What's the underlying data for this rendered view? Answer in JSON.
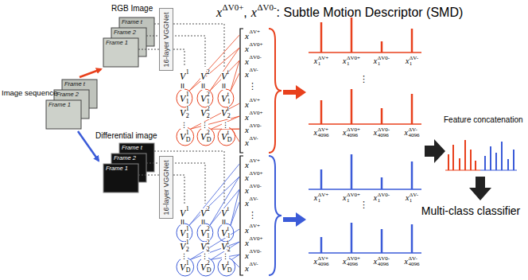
{
  "diagram": {
    "nodes": [
      {
        "text": [
          "16-layer VGGNet"
        ]
      },
      {
        "text": [
          "16-layer VGGNet"
        ]
      }
    ],
    "labels": [
      "Image sequence",
      "RGB Image",
      "Differential image",
      "Frame t",
      "Frame 2",
      "Frame 1",
      "Frame t",
      "Frame 2",
      "Frame 1",
      "Frame t",
      "Frame 2",
      "Frame 1",
      "x",
      "ΔV0+",
      ",",
      "x",
      "ΔV0-",
      ": Subtle Motion Descriptor (SMD)",
      "V",
      "1",
      "II",
      "V",
      "1",
      "1",
      "V",
      "1",
      "2",
      "⋮",
      "V",
      "1",
      "D",
      "V",
      "2",
      "II",
      "V",
      "2",
      "1",
      "V",
      "2",
      "2",
      "⋮",
      "V",
      "2",
      "D",
      "V",
      "t",
      "II",
      "V",
      "t",
      "1",
      "V",
      "t",
      "2",
      "⋮",
      "V",
      "t",
      "D",
      "V",
      "1",
      "II",
      "V",
      "1",
      "1",
      "V",
      "1",
      "2",
      "⋮",
      "V",
      "1",
      "D",
      "V",
      "2",
      "II",
      "V",
      "2",
      "1",
      "V",
      "2",
      "2",
      "⋮",
      "V",
      "2",
      "D",
      "V",
      "t",
      "II",
      "V",
      "t",
      "1",
      "V",
      "t",
      "2",
      "⋮",
      "V",
      "t",
      "D",
      "x",
      "ΔV+",
      "x",
      "ΔV0+",
      "x",
      "ΔV0-",
      "x",
      "ΔV-",
      "⋮",
      "x",
      "ΔV+",
      "x",
      "ΔV0+",
      "x",
      "ΔV0-",
      "x",
      "ΔV-",
      "x",
      "ΔV+",
      "x",
      "ΔV0+",
      "x",
      "ΔV0-",
      "x",
      "ΔV-",
      "⋮",
      "x",
      "ΔV+",
      "x",
      "ΔV0+",
      "x",
      "ΔV0-",
      "x",
      "ΔV-",
      "x",
      "ΔV+",
      "1",
      "x",
      "ΔV0+",
      "1",
      "x",
      "ΔV0-",
      "1",
      "x",
      "ΔV-",
      "1",
      "⋮",
      "x",
      "ΔV+",
      "4096",
      "x",
      "ΔV0+",
      "4096",
      "x",
      "ΔV0-",
      "4096",
      "x",
      "ΔV-",
      "4096",
      "x",
      "ΔV+",
      "1",
      "x",
      "ΔV0+",
      "1",
      "x",
      "ΔV0-",
      "1",
      "x",
      "ΔV-",
      "1",
      "⋮",
      "x",
      "ΔV+",
      "4096",
      "x",
      "ΔV0+",
      "4096",
      "x",
      "ΔV0-",
      "4096",
      "x",
      "ΔV-",
      "4096",
      "Feature concatenation",
      "Multi-class classifier"
    ]
  }
}
